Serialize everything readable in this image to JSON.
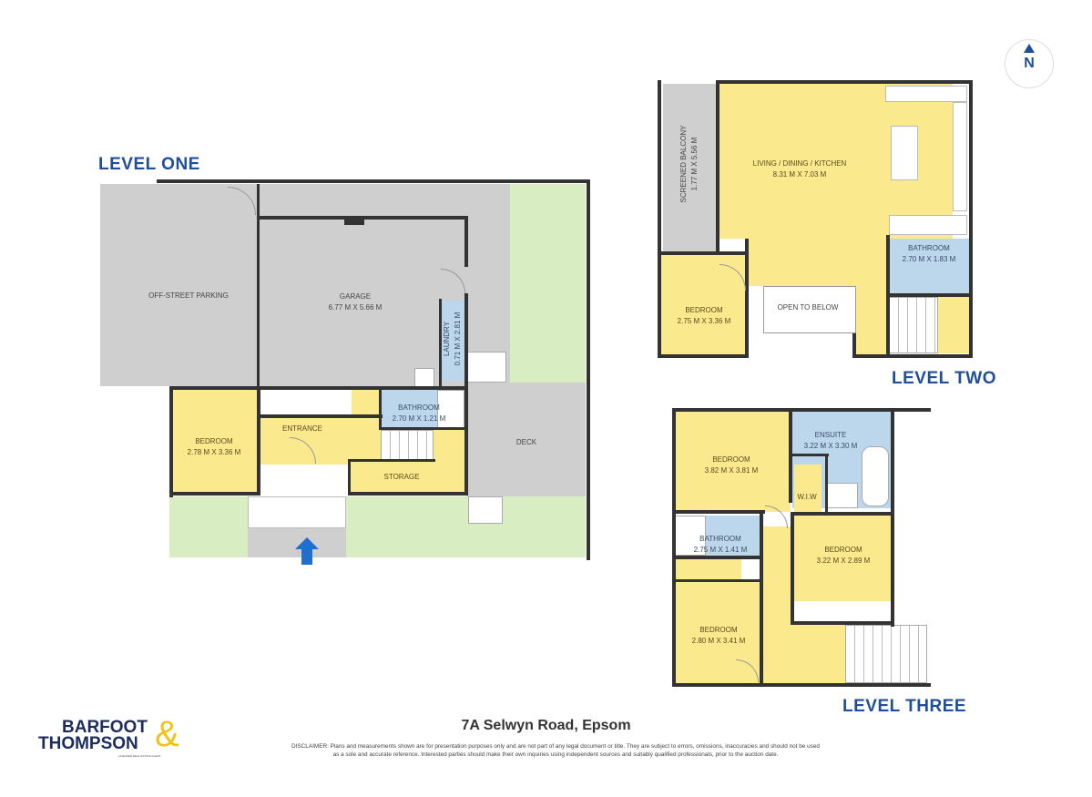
{
  "compass": {
    "label": "N"
  },
  "levels": {
    "one": {
      "title": "LEVEL ONE",
      "rooms": {
        "parking": {
          "name": "OFF-STREET PARKING"
        },
        "garage": {
          "name": "GARAGE",
          "size": "6.77 M X 5.66 M"
        },
        "laundry": {
          "name": "LAUNDRY",
          "size": "0.71 M X 2.81 M"
        },
        "bedroom": {
          "name": "BEDROOM",
          "size": "2.78 M X 3.36 M"
        },
        "entrance": {
          "name": "ENTRANCE"
        },
        "bathroom": {
          "name": "BATHROOM",
          "size": "2.70 M X 1.21 M"
        },
        "storage": {
          "name": "STORAGE"
        },
        "deck": {
          "name": "DECK"
        }
      }
    },
    "two": {
      "title": "LEVEL TWO",
      "rooms": {
        "balcony": {
          "name": "SCREENED BALCONY",
          "size": "1.77 M X 5.56 M"
        },
        "living": {
          "name": "LIVING / DINING / KITCHEN",
          "size": "8.31 M X 7.03 M"
        },
        "bathroom": {
          "name": "BATHROOM",
          "size": "2.70 M X 1.83 M"
        },
        "bedroom": {
          "name": "BEDROOM",
          "size": "2.75 M X 3.36 M"
        },
        "open": {
          "name": "OPEN TO BELOW"
        }
      }
    },
    "three": {
      "title": "LEVEL THREE",
      "rooms": {
        "bedroom1": {
          "name": "BEDROOM",
          "size": "3.82 M X 3.81 M"
        },
        "ensuite": {
          "name": "ENSUITE",
          "size": "3.22 M X 3.30 M"
        },
        "wiw": {
          "name": "W.I.W"
        },
        "bathroom": {
          "name": "BATHROOM",
          "size": "2.75 M X 1.41 M"
        },
        "bedroom2": {
          "name": "BEDROOM",
          "size": "3.22 M X 2.89 M"
        },
        "bedroom3": {
          "name": "BEDROOM",
          "size": "2.80 M X 3.41 M"
        }
      }
    }
  },
  "footer": {
    "address": "7A Selwyn Road, Epsom",
    "disclaimer_line1": "DISCLAIMER: Plans and measurements shown are for presentation purposes only and are not part of any legal document or title. They are subject to errors, omissions, inaccuracies and should not be used",
    "disclaimer_line2": "as a sole and accurate reference. Interested parties should make their own inquiries using independent sources and suitably qualified professionals, prior to the auction date.",
    "logo": {
      "line1": "BARFOOT",
      "line2": "THOMPSON",
      "ampersand": "&",
      "tagline": "LICENSED REAL ESTATE AGENT"
    }
  },
  "colors": {
    "room": "#fbe98e",
    "wet_room": "#bcd6ec",
    "outdoor_paved": "#cfcfcf",
    "lawn": "#d9edc2",
    "wall": "#333333",
    "title": "#1f4e9b",
    "logo_gold": "#f2c21b"
  }
}
